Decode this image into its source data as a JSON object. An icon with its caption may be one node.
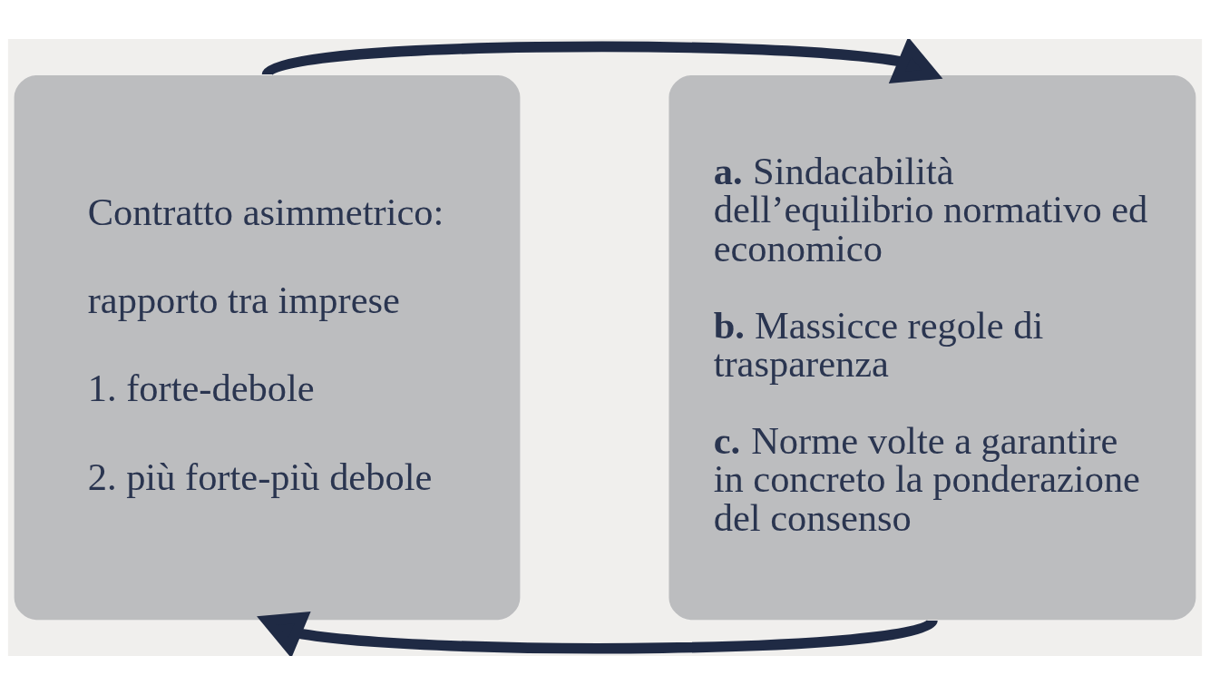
{
  "diagram": {
    "nodes": [
      {
        "text": [
          "Contratto asimmetrico:",
          "rapporto tra imprese",
          "1. forte-debole",
          "2. più forte-più debole"
        ]
      },
      {
        "text": [
          "**a.** Sindacabilità dell’equilibrio normativo ed economico",
          "**b.** Massicce regole di trasparenza",
          "**c.** Norme volte a garantire in concreto la ponderazione del consenso"
        ]
      }
    ],
    "edges": [
      {
        "from": 0,
        "to": 1,
        "arrow": "to"
      },
      {
        "from": 1,
        "to": 0,
        "arrow": "to"
      }
    ]
  }
}
